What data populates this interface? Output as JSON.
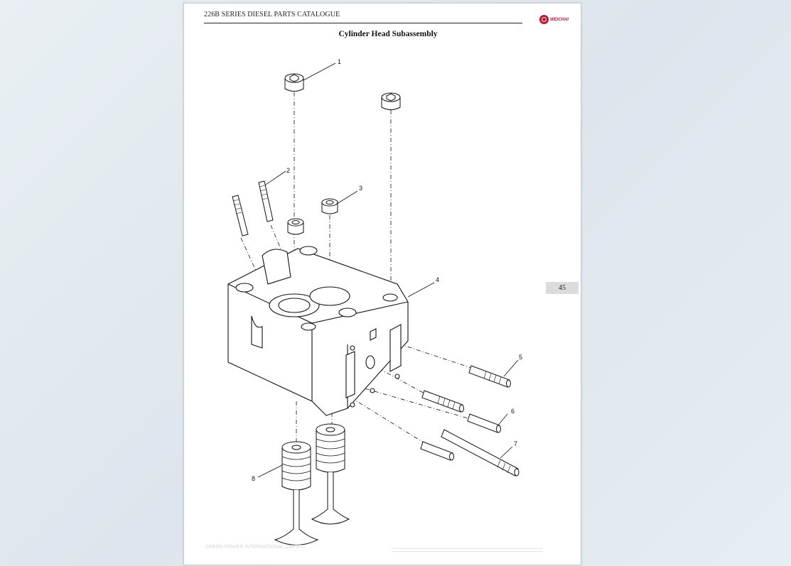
{
  "header": {
    "catalogue_title": "226B SERIES DIESEL PARTS CATALOGUE",
    "logo_text": "WEICHAI"
  },
  "page": {
    "title": "Cylinder Head Subassembly",
    "number": "45"
  },
  "diagram": {
    "callouts": [
      "1",
      "2",
      "3",
      "4",
      "5",
      "6",
      "7",
      "8"
    ]
  },
  "footer": {
    "left_text": "GREEN POWER INTERNATIONAL LIMITED"
  }
}
